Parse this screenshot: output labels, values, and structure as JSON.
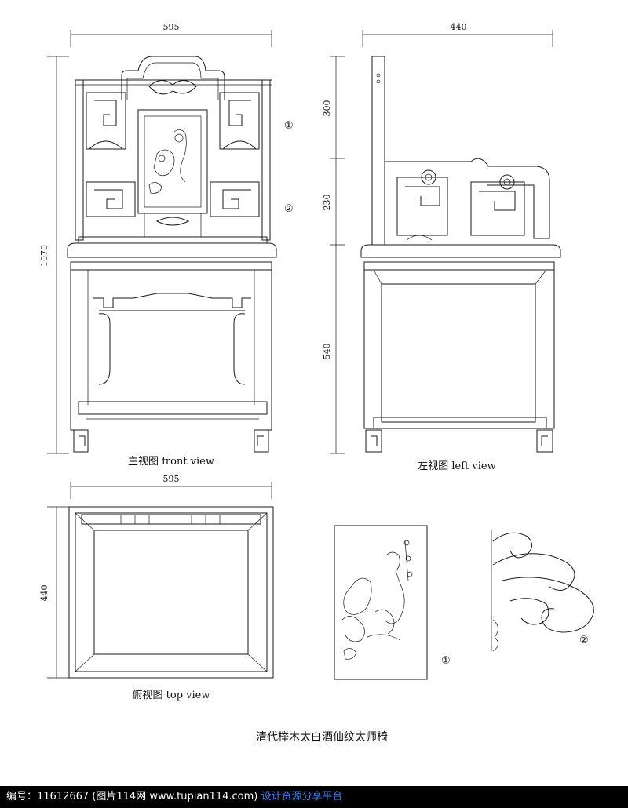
{
  "dimensions": {
    "front_width": "595",
    "side_width": "440",
    "total_height": "1070",
    "side_upper": "300",
    "side_middle": "230",
    "side_lower": "540",
    "top_width": "595",
    "top_depth": "440"
  },
  "views": {
    "front": "主视图  front view",
    "left": "左视图  left view",
    "top": "俯视图  top view"
  },
  "markers": {
    "one": "①",
    "two": "②"
  },
  "title": "清代榉木太白酒仙纹太师椅",
  "footer": {
    "id_text": "编号：11612667 (图片114网 www.tupian114.com)",
    "site_text": "设计资源分享平台"
  }
}
